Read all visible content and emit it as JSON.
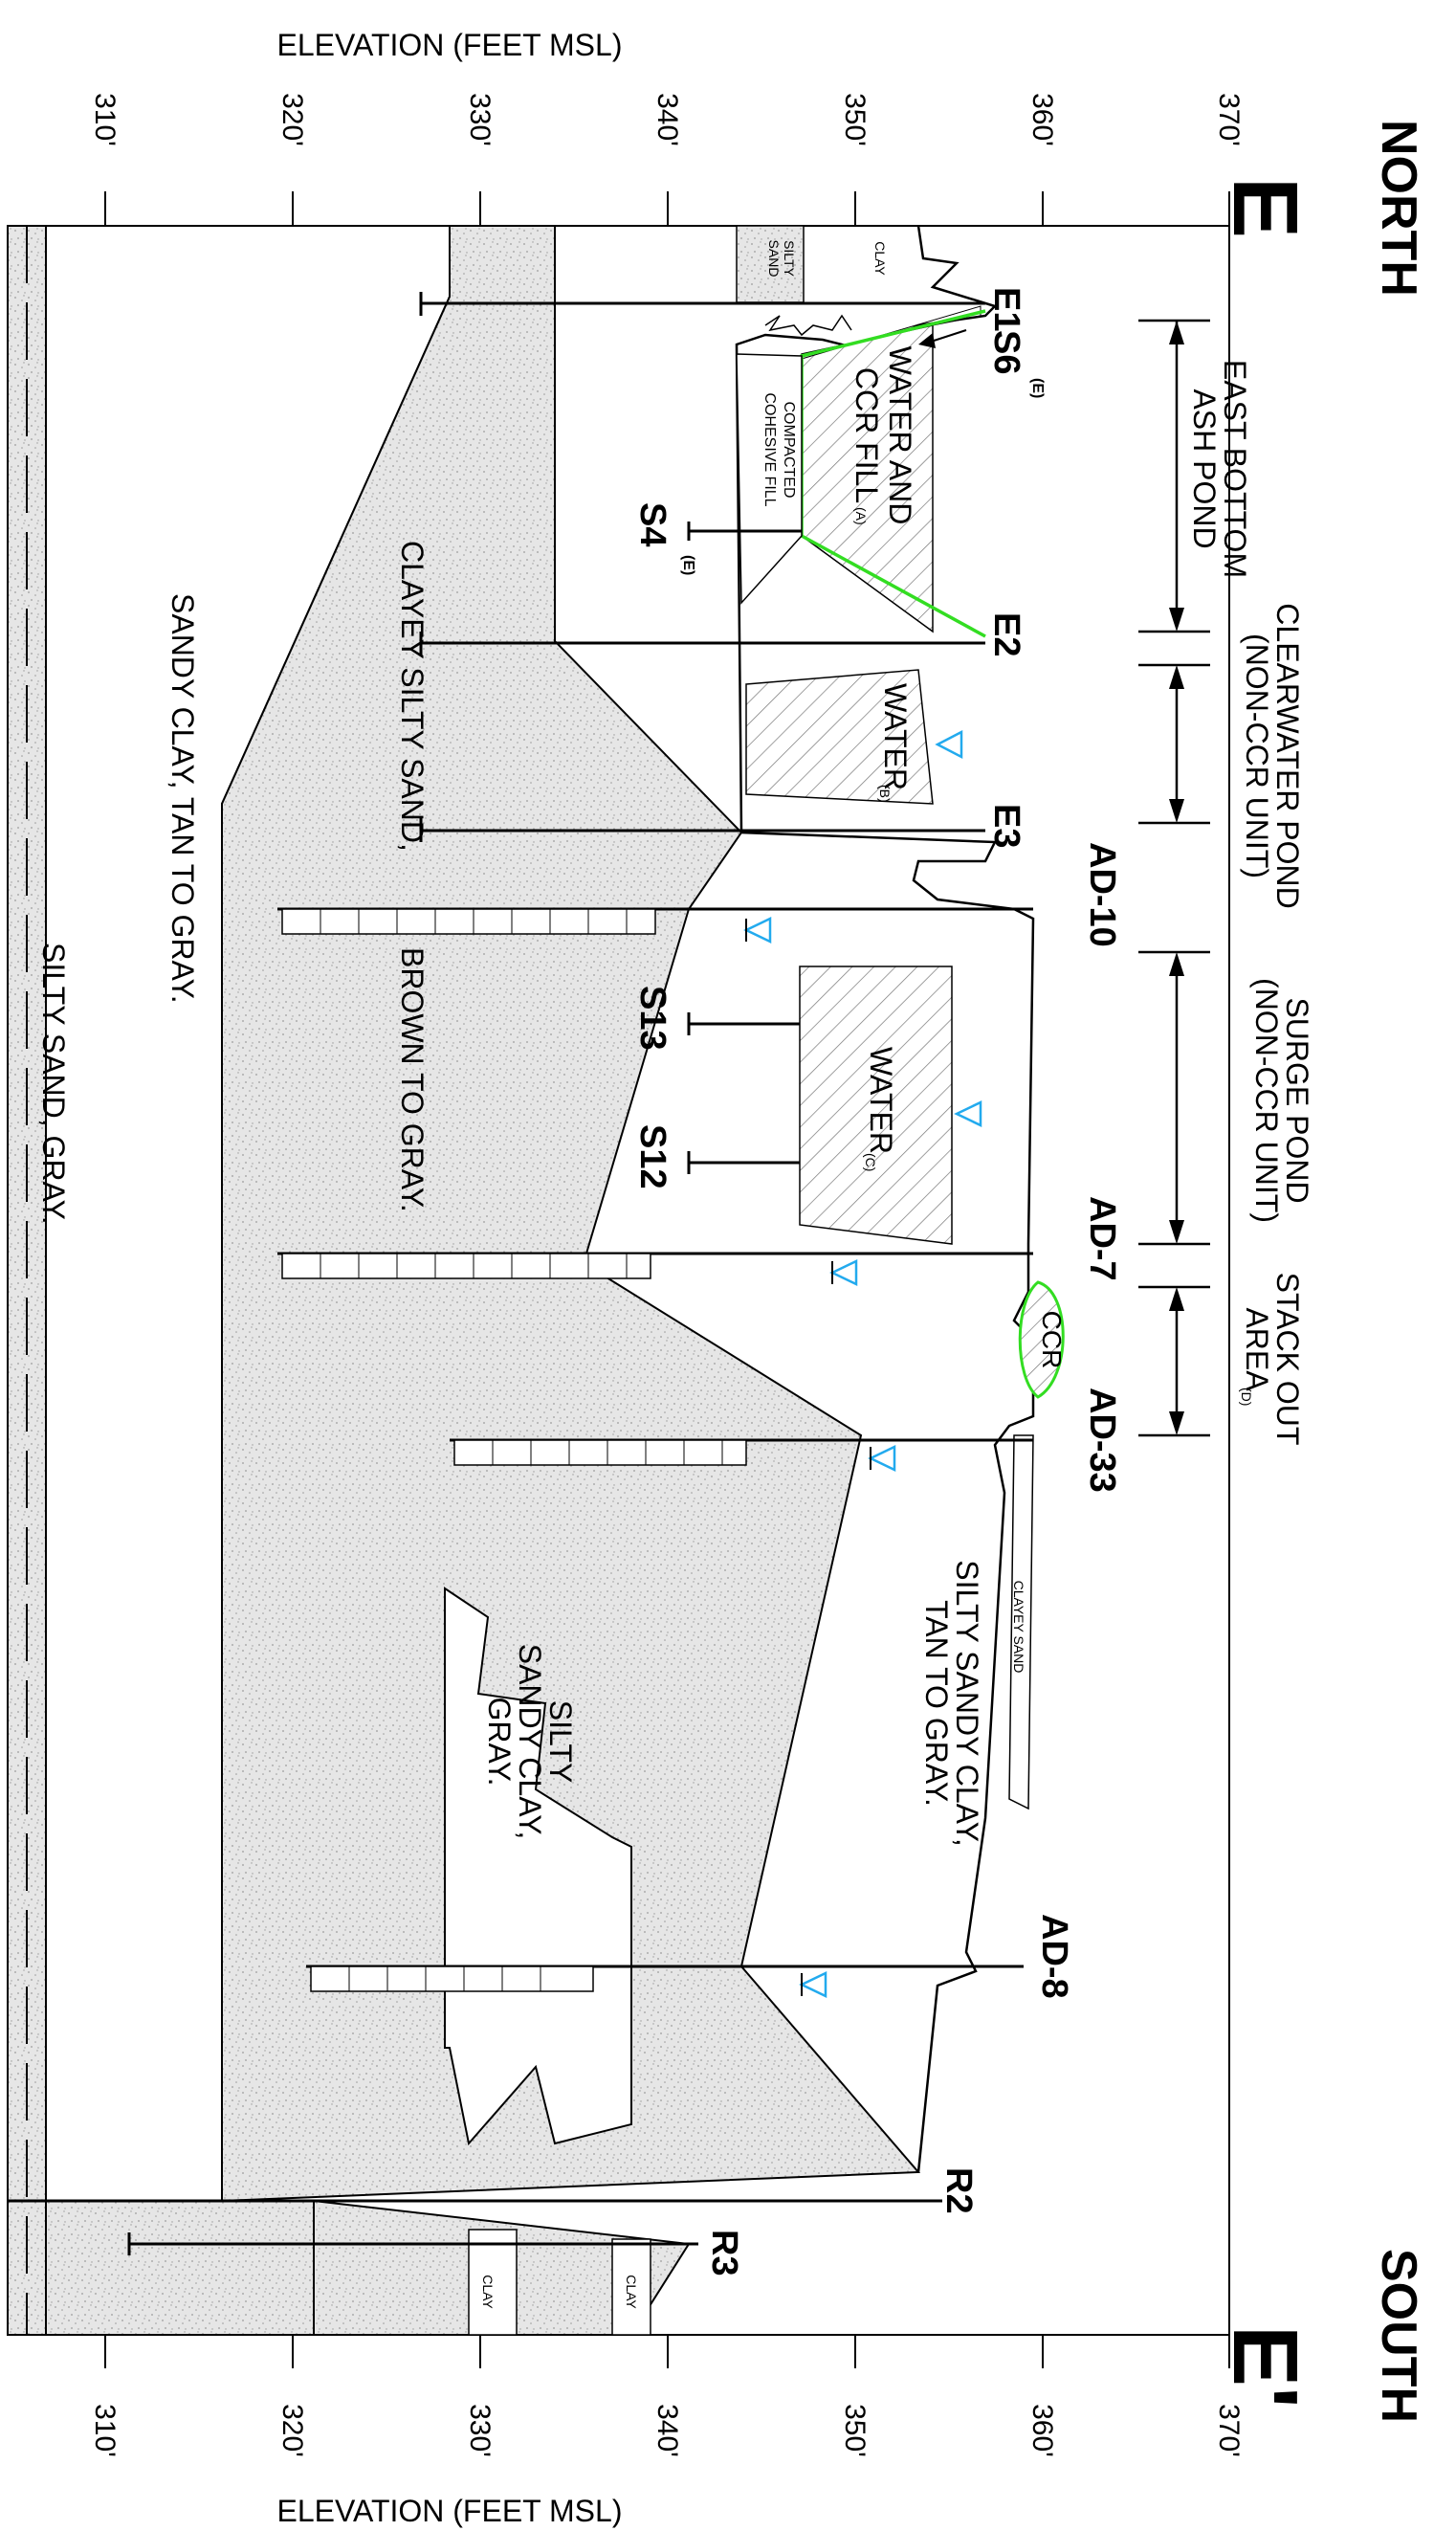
{
  "colors": {
    "line": "#000000",
    "soil_fill": "#e6e6e6",
    "soil_speckle": "#9a9a9a",
    "ccr_outline": "#33dd22",
    "water_marker": "#22aaee",
    "hatch": "#777777"
  },
  "section": {
    "start_label": "E",
    "end_label": "E'",
    "start_direction": "NORTH",
    "end_direction": "SOUTH"
  },
  "elevation_axis": {
    "title": "ELEVATION (FEET MSL)",
    "ticks": [
      "310'",
      "320'",
      "330'",
      "340'",
      "350'",
      "360'",
      "370'"
    ]
  },
  "units": {
    "east_bottom_ash_pond": [
      "EAST BOTTOM",
      "ASH POND"
    ],
    "clearwater_pond": [
      "CLEARWATER POND",
      "(NON-CCR UNIT)"
    ],
    "surge_pond": [
      "SURGE POND",
      "(NON-CCR UNIT)"
    ],
    "stack_out_area": [
      "STACK OUT",
      "AREA"
    ],
    "stack_out_note": "(D)"
  },
  "borings": [
    {
      "id": "E1"
    },
    {
      "id": "S6",
      "note": "(E)"
    },
    {
      "id": "S4",
      "note": "(E)"
    },
    {
      "id": "E2"
    },
    {
      "id": "E3"
    },
    {
      "id": "AD-10"
    },
    {
      "id": "S13"
    },
    {
      "id": "S12"
    },
    {
      "id": "AD-7"
    },
    {
      "id": "AD-33"
    },
    {
      "id": "AD-8"
    },
    {
      "id": "R2"
    },
    {
      "id": "R3"
    }
  ],
  "materials": {
    "silty_sand_small": [
      "SILTY",
      "SAND"
    ],
    "clay_small": "CLAY",
    "water_ccr_fill": [
      "WATER AND",
      "CCR FILL"
    ],
    "water_ccr_fill_note": "(A)",
    "compacted_fill": [
      "COMPACTED",
      "COHESIVE FILL"
    ],
    "water_b": "WATER",
    "water_b_note": "(B)",
    "water_c": "WATER",
    "water_c_note": "(C)",
    "ccr": "CCR",
    "clayey_sand": "CLAYEY SAND",
    "clayey_silty_sand": "CLAYEY SILTY SAND,",
    "brown_to_gray": "BROWN TO GRAY.",
    "sandy_clay": "SANDY CLAY, TAN TO GRAY.",
    "silty_sand_gray": "SILTY SAND, GRAY.",
    "silty_sandy_clay_tan": [
      "SILTY SANDY CLAY,",
      "TAN TO GRAY."
    ],
    "silty_sandy_clay_gray": [
      "SILTY",
      "SANDY CLAY,",
      "GRAY."
    ]
  }
}
